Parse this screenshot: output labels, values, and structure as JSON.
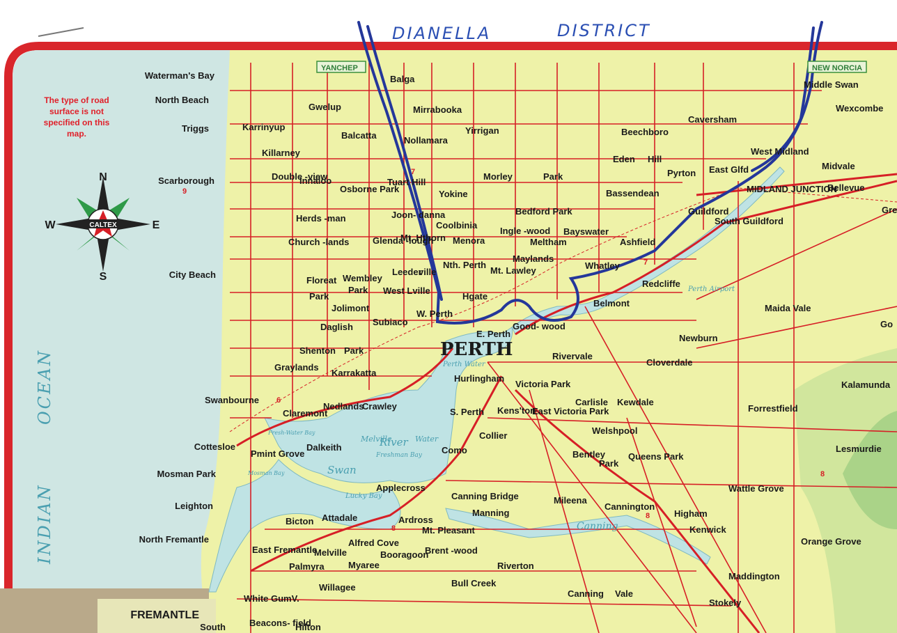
{
  "annotation": {
    "left": "DIANELLA",
    "right": "DISTRICT"
  },
  "badges": {
    "north": "YANCHEP",
    "east": "NEW NORCIA"
  },
  "legend_note": [
    "The type of road",
    "surface is not",
    "specified on this",
    "map."
  ],
  "compass": {
    "n": "N",
    "s": "S",
    "e": "E",
    "w": "W",
    "brand": "CALTEX"
  },
  "ocean": {
    "word1": "INDIAN",
    "word2": "OCEAN"
  },
  "city": "PERTH",
  "colors": {
    "land": "#eef2a8",
    "sea": "#cfe6e3",
    "road": "#d61f26",
    "pen": "#24379a",
    "river": "#bfe3e4"
  },
  "coast_places": [
    "Waterman's Bay",
    "North Beach",
    "Triggs",
    "Scarborough",
    "City Beach",
    "Swanbourne",
    "Cottesloe",
    "Mosman Park",
    "Leighton",
    "North Fremantle",
    "FREMANTLE",
    "South"
  ],
  "suburbs": [
    "Balga",
    "Mirrabooka",
    "Gwelup",
    "Karrinyup",
    "Balcatta",
    "Nollamara",
    "Yirrigan",
    "Killarney",
    "Double -view",
    "Innaloo",
    "Osborne Park",
    "Tuart Hill",
    "Yokine",
    "Morley",
    "Park",
    "Herds -man",
    "Church -lands",
    "Joon- danna",
    "Coolbinia",
    "Glenda -lough",
    "Mt. Hthorn",
    "Menora",
    "Ingle -wood",
    "Bedford Park",
    "Bayswater",
    "Floreat",
    "Wembley",
    "Park",
    "Leeder",
    "ville",
    "Nth. Perth",
    "Mt. Lawley",
    "Maylands",
    "Meltham",
    "Park",
    "West Lville",
    "Hgate",
    "Jolimont",
    "Subiaco",
    "W. Perth",
    "E. Perth",
    "Good- wood",
    "Daglish",
    "Shenton",
    "Park",
    "Graylands",
    "Karrakatta",
    "Hurlingham",
    "Victoria Park",
    "Rivervale",
    "Claremont",
    "Nedlands",
    "Crawley",
    "S. Perth",
    "Kens'ton",
    "East Victoria Park",
    "Carlisle",
    "Kewdale",
    "Collier",
    "Welshpool",
    "Dalkeith",
    "Pmint Grove",
    "Como",
    "Bentley",
    "Park",
    "Queens Park",
    "Applecross",
    "Canning Bridge",
    "Manning",
    "Mileena",
    "Cannington",
    "Bicton",
    "Attadale",
    "Ardross",
    "Mt. Pleasant",
    "East Fremantle",
    "Melville",
    "Alfred Cove",
    "Booragoon",
    "Brent -wood",
    "Myaree",
    "Palmyra",
    "Riverton",
    "Willagee",
    "Bull Creek",
    "Canning",
    "Vale",
    "White GumV.",
    "Beacons- field",
    "Hilton"
  ],
  "east_suburbs": [
    "Middle Swan",
    "Wexcombe",
    "Caversham",
    "Beechboro",
    "Eden",
    "Hill",
    "Pyrton",
    "East Glfd",
    "West Midland",
    "Midvale",
    "MIDLAND JUNCTION",
    "Bellevue",
    "Bassendean",
    "Guildford",
    "South Guildford",
    "Ashfield",
    "Whatley",
    "Redcliffe",
    "Belmont",
    "Maida Vale",
    "Newburn",
    "Cloverdale",
    "Forrestfield",
    "Kalamunda",
    "Lesmurdie",
    "Wattle Grove",
    "Higham",
    "Kenwick",
    "Orange Grove",
    "Maddington",
    "Stokely",
    "Gree",
    "Go"
  ],
  "water_labels": [
    "Swan",
    "River",
    "Melville",
    "Water",
    "Perth Water",
    "Canning",
    "Fresh-Water Bay",
    "Mosman Bay",
    "Lucky Bay",
    "Freshman Bay",
    "Perth Airport"
  ],
  "route_numbers": [
    "9",
    "6",
    "8",
    "7",
    "8",
    "8",
    "7"
  ]
}
